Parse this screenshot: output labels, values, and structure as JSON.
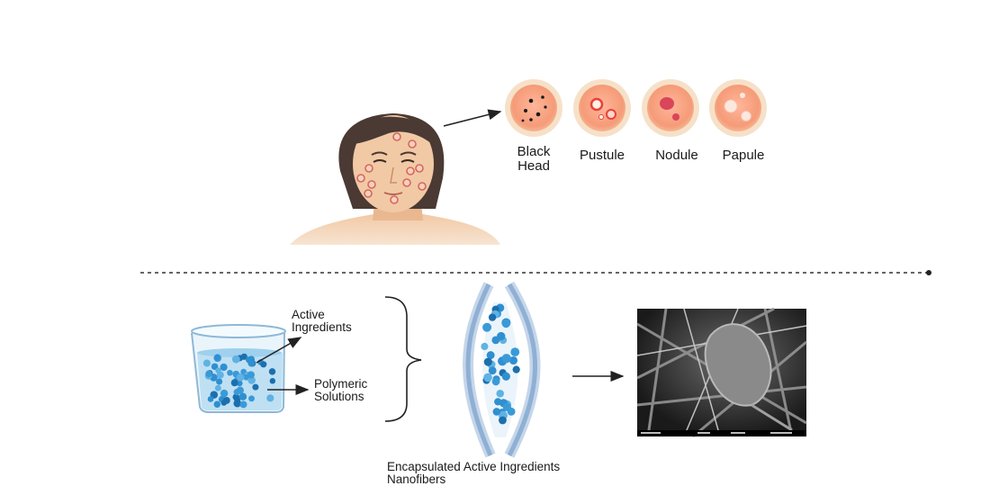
{
  "lesions": [
    {
      "id": "black-head",
      "label": "Black\nHead"
    },
    {
      "id": "pustule",
      "label": "Pustule"
    },
    {
      "id": "nodule",
      "label": "Nodule"
    },
    {
      "id": "papule",
      "label": "Papule"
    }
  ],
  "beaker": {
    "active_label": "Active\nIngredients",
    "polymer_label": "Polymeric\nSolutions"
  },
  "nanofiber_caption": "Encapsulated Active Ingredients\nNanofibers",
  "colors": {
    "skin": "#f2c9a5",
    "hair": "#4a3a33",
    "lesion_ring": "#f3dcc3",
    "lesion_fill": "#f6a98b",
    "bead": "#2f8fd0",
    "fiber": "#8fb0d4"
  }
}
